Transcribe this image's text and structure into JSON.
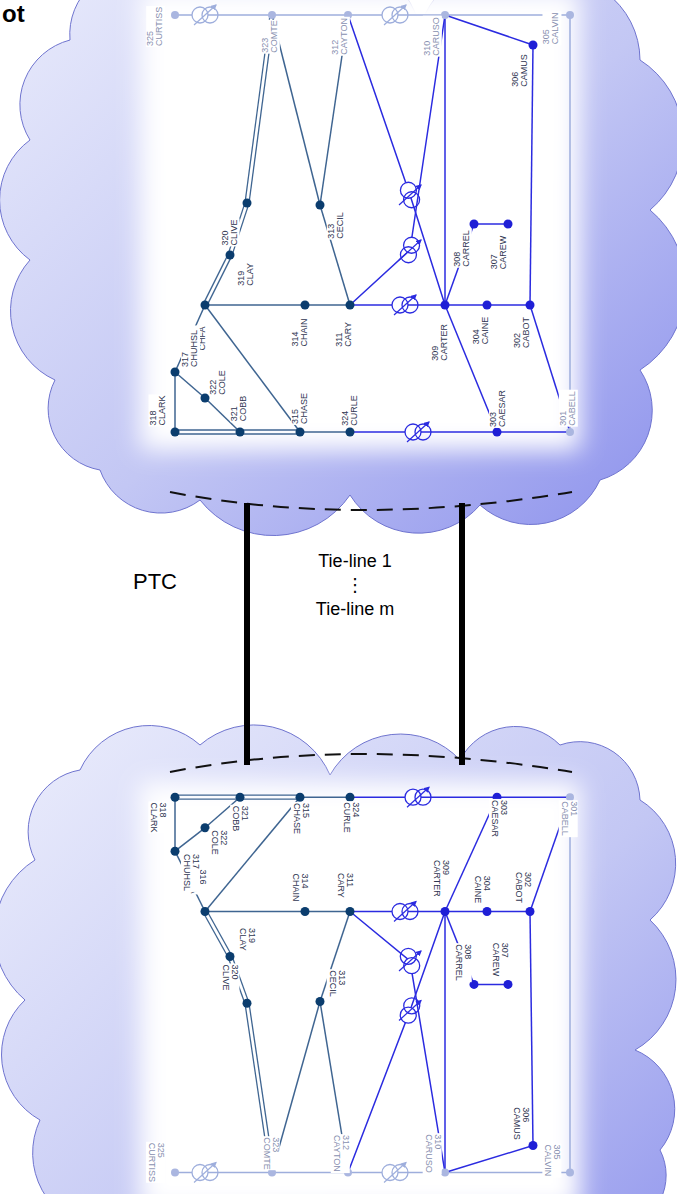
{
  "diagram": {
    "title": "ot",
    "nodes": [
      {
        "text": [
          "Tie-line 1",
          "⋮",
          "Tie-line m"
        ]
      }
    ],
    "labels": [
      "PTC",
      "301 CABELL",
      "302 CABOT",
      "303 CAESAR",
      "304 CAINE",
      "305 CALVIN",
      "306 CAMUS",
      "307 CAREW",
      "308 CARREL",
      "309 CARTER",
      "310 CARUSO",
      "311 CARY",
      "312 CAYTON",
      "313 CECIL",
      "314 CHAIN",
      "315 CHASE",
      "316 CHFA",
      "317 CHUHSL",
      "318 CLARK",
      "319 CLAY",
      "320 CLIVE",
      "321 COBB",
      "322 COLE",
      "323 COMTE",
      "324 CURLE",
      "325 CURTISS",
      "301 CABELL",
      "302 CABOT",
      "303 CAESAR",
      "304 CAINE",
      "305 CALVIN",
      "306 CAMUS",
      "307 CAREW",
      "308 CARREL",
      "309 CARTER",
      "310 CARUSO",
      "311 CARY",
      "312 CAYTON",
      "313 CECIL",
      "314 CHAIN",
      "315 CHASE",
      "316 CHFA",
      "317 CHUHSL",
      "318 CLARK",
      "319 CLAY",
      "320 CLIVE",
      "321 COBB",
      "322 COLE",
      "323 COMTE",
      "324 CURLE",
      "325 CURTISS"
    ]
  }
}
